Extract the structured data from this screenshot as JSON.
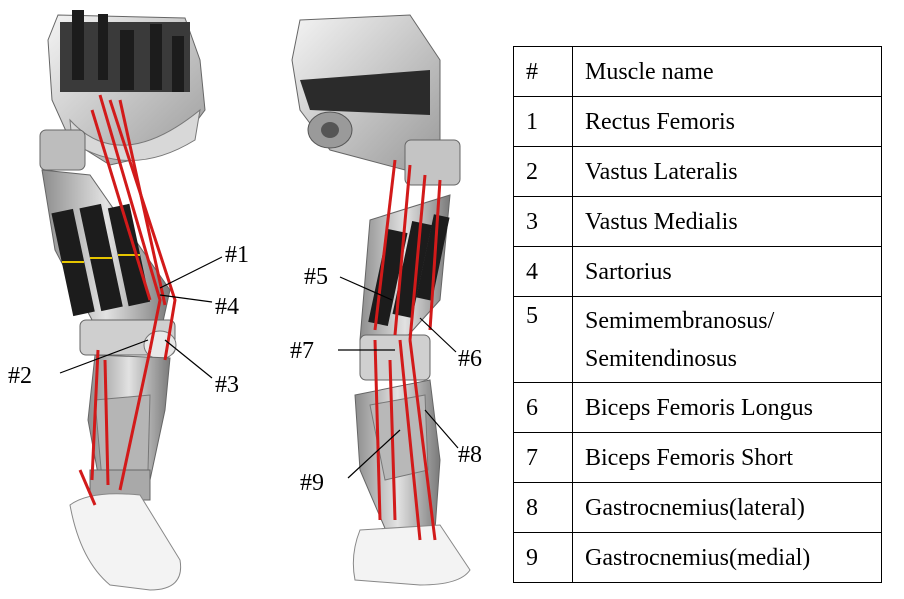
{
  "callouts": {
    "left": [
      "#1",
      "#4",
      "#2",
      "#3"
    ],
    "right": [
      "#5",
      "#7",
      "#6",
      "#8",
      "#9"
    ]
  },
  "table": {
    "headers": [
      "#",
      "Muscle name"
    ],
    "rows": [
      {
        "num": "1",
        "name": "Rectus Femoris"
      },
      {
        "num": "2",
        "name": "Vastus Lateralis"
      },
      {
        "num": "3",
        "name": "Vastus Medialis"
      },
      {
        "num": "4",
        "name": "Sartorius"
      },
      {
        "num": "5",
        "name": "Semimembranosus/ Semitendinosus"
      },
      {
        "num": "6",
        "name": "Biceps Femoris Longus"
      },
      {
        "num": "7",
        "name": "Biceps Femoris Short"
      },
      {
        "num": "8",
        "name": "Gastrocnemius(lateral)"
      },
      {
        "num": "9",
        "name": "Gastrocnemius(medial)"
      }
    ]
  },
  "colors": {
    "muscle": "#d21a1a",
    "frame": "#c9c9c9",
    "actuator": "#1c1c1c"
  }
}
